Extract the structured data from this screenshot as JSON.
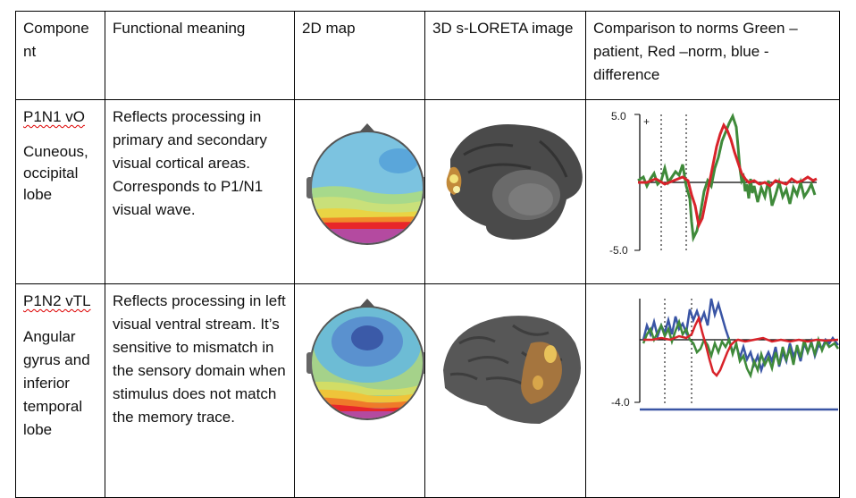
{
  "headers": {
    "component": "Compone nt",
    "functional_meaning": "Functional meaning",
    "map_2d": "2D map",
    "loreta_3d": "3D s-LORETA image",
    "comparison": "Comparison to norms Green – patient, Red –norm, blue - difference"
  },
  "rows": [
    {
      "component_code": "P1N1 vO",
      "component_region": "Cuneous, occipital lobe",
      "meaning": "Reflects processing in primary and secondary visual cortical areas. Corresponds to P1/N1 visual wave.",
      "plot": {
        "y_top_label": "5.0",
        "y_bottom_label": "-5.0",
        "plus_mark": "+"
      }
    },
    {
      "component_code": "P1N2 vTL",
      "component_region": "Angular gyrus and inferior temporal lobe",
      "meaning": "Reflects processing in left visual ventral stream.  It’s sensitive to mismatch in the sensory domain when stimulus does not match the memory trace.",
      "plot": {
        "y_bottom_label": "-4.0"
      }
    }
  ],
  "colors": {
    "patient": "#3f8a3a",
    "norm": "#d8232a",
    "difference": "#3a55a5"
  }
}
